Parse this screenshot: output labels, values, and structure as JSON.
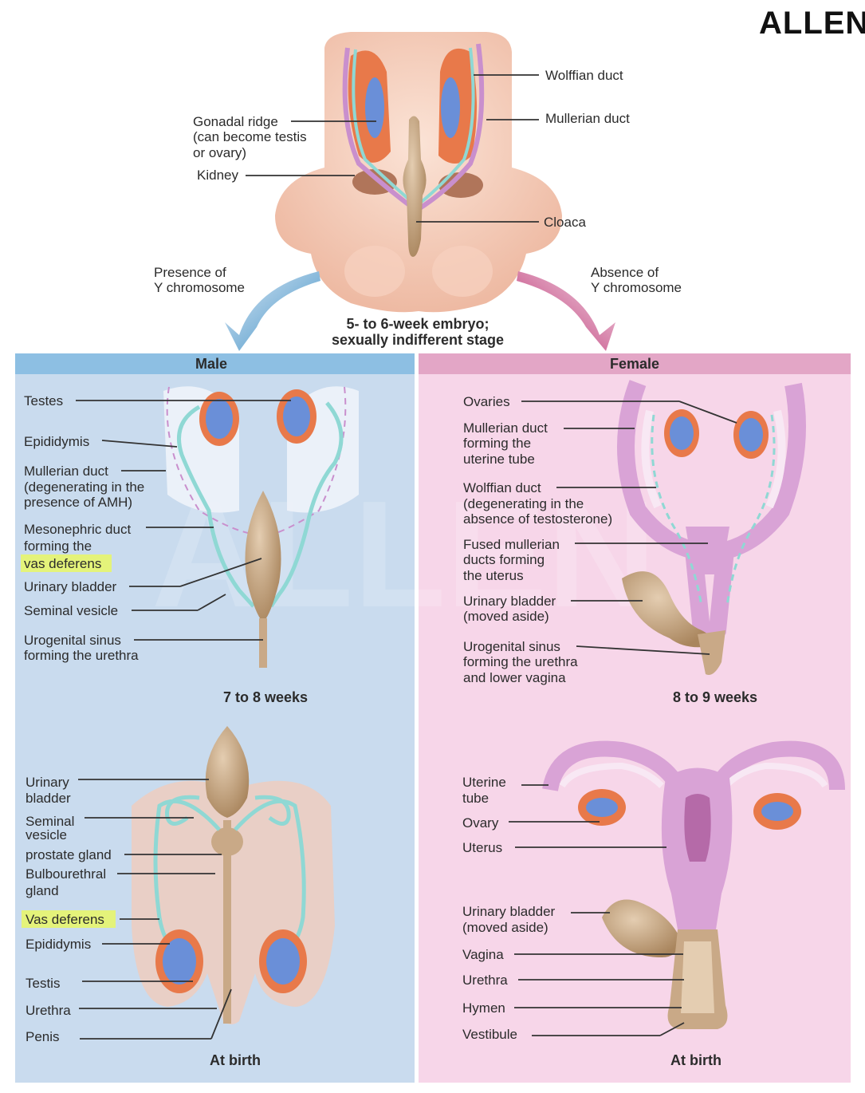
{
  "logo": "ALLEN",
  "watermark": "ALLEN",
  "colors": {
    "male_panel": "#c9dbee",
    "male_header": "#8dbfe3",
    "female_panel": "#f7d6e9",
    "female_header": "#e3a6c6",
    "highlight": "#e4f37a",
    "duct_teal": "#8fd8d4",
    "duct_pink": "#c98fcd",
    "tan": "#c9a987",
    "gonad_orange": "#e8794a",
    "gonad_blue": "#6a8fd8",
    "skin": "#f3cbb8"
  },
  "embryo": {
    "labels": {
      "wolffian_duct": "Wolffian duct",
      "mullerian_duct": "Mullerian duct",
      "gonadal_ridge_1": "Gonadal ridge",
      "gonadal_ridge_2": "(can become testis",
      "gonadal_ridge_3": "or ovary)",
      "kidney": "Kidney",
      "cloaca": "Cloaca"
    },
    "caption_1": "5- to 6-week embryo;",
    "caption_2": "sexually indifferent stage",
    "left_arrow_1": "Presence of",
    "left_arrow_2": "Y chromosome",
    "right_arrow_1": "Absence of",
    "right_arrow_2": "Y chromosome"
  },
  "male": {
    "header": "Male",
    "stage1": {
      "caption": "7 to 8 weeks",
      "testes": "Testes",
      "epididymis": "Epididymis",
      "mullerian_1": "Mullerian duct",
      "mullerian_2": "(degenerating in the",
      "mullerian_3": "presence of AMH)",
      "mesonephric_1": "Mesonephric duct",
      "mesonephric_2": "forming the",
      "vas_deferens": "vas deferens",
      "urinary_bladder": "Urinary bladder",
      "seminal_vesicle": "Seminal vesicle",
      "urogenital_1": "Urogenital sinus",
      "urogenital_2": "forming the urethra"
    },
    "stage2": {
      "caption": "At birth",
      "urinary_1": "Urinary",
      "urinary_2": "bladder",
      "seminal_1": "Seminal",
      "seminal_2": "vesicle",
      "prostate": "prostate gland",
      "bulbo_1": "Bulbourethral",
      "bulbo_2": "gland",
      "vas_deferens": "Vas deferens",
      "epididymis": "Epididymis",
      "testis": "Testis",
      "urethra": "Urethra",
      "penis": "Penis"
    }
  },
  "female": {
    "header": "Female",
    "stage1": {
      "caption": "8 to 9 weeks",
      "ovaries": "Ovaries",
      "mullerian_1": "Mullerian duct",
      "mullerian_2": "forming the",
      "mullerian_3": "uterine tube",
      "wolffian_1": "Wolffian duct",
      "wolffian_2": "(degenerating in the",
      "wolffian_3": "absence of testosterone)",
      "fused_1": "Fused mullerian",
      "fused_2": "ducts forming",
      "fused_3": "the uterus",
      "bladder_1": "Urinary bladder",
      "bladder_2": "(moved aside)",
      "urogenital_1": "Urogenital sinus",
      "urogenital_2": "forming the urethra",
      "urogenital_3": "and lower vagina"
    },
    "stage2": {
      "caption": "At birth",
      "uterine_1": "Uterine",
      "uterine_2": "tube",
      "ovary": "Ovary",
      "uterus": "Uterus",
      "bladder_1": "Urinary bladder",
      "bladder_2": "(moved aside)",
      "vagina": "Vagina",
      "urethra": "Urethra",
      "hymen": "Hymen",
      "vestibule": "Vestibule"
    }
  }
}
